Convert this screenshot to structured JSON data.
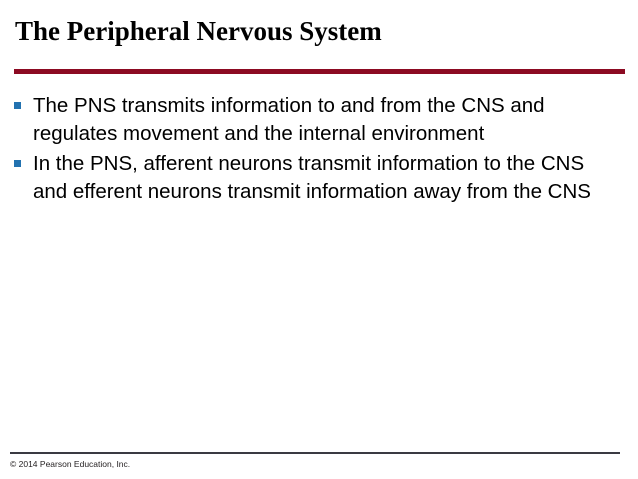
{
  "slide": {
    "title": "The Peripheral Nervous System",
    "accent_rule_color": "#8c0a22",
    "bullet_marker_color": "#2272b0",
    "background_color": "#ffffff",
    "text_color": "#000000",
    "bullets": [
      {
        "marker": "square-bullet-icon",
        "text": "The PNS transmits information to and from the CNS and regulates movement and the internal environment"
      },
      {
        "marker": "square-bullet-icon",
        "text": "In the PNS, afferent neurons transmit information to the CNS and efferent neurons transmit information away from the CNS"
      }
    ],
    "footer": {
      "copyright": "© 2014 Pearson Education, Inc.",
      "rule_color": "#3a3a42"
    }
  }
}
